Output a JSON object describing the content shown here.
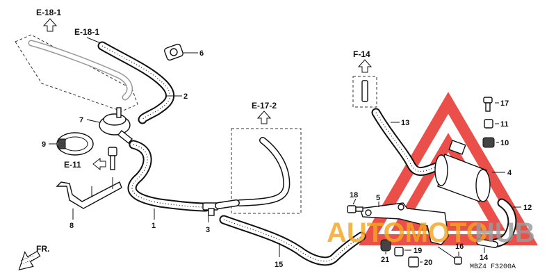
{
  "references": {
    "e18_1_top": "E-18-1",
    "e18_1_hose": "E-18-1",
    "f14": "F-14",
    "e17_2": "E-17-2",
    "e11": "E-11"
  },
  "direction_label": "FR.",
  "callouts": [
    "1",
    "2",
    "3",
    "4",
    "5",
    "6",
    "7",
    "8",
    "9",
    "10",
    "11",
    "12",
    "13",
    "14",
    "15",
    "16",
    "17",
    "18",
    "19",
    "20",
    "21"
  ],
  "diagram_code": "MBZ4 F3200A",
  "watermark": {
    "text_orange": "AUTOMOTO",
    "text_gray": "HUB",
    "color_red": "#e8312a",
    "color_orange": "#f5a623",
    "color_gray": "#9b9b9b"
  }
}
